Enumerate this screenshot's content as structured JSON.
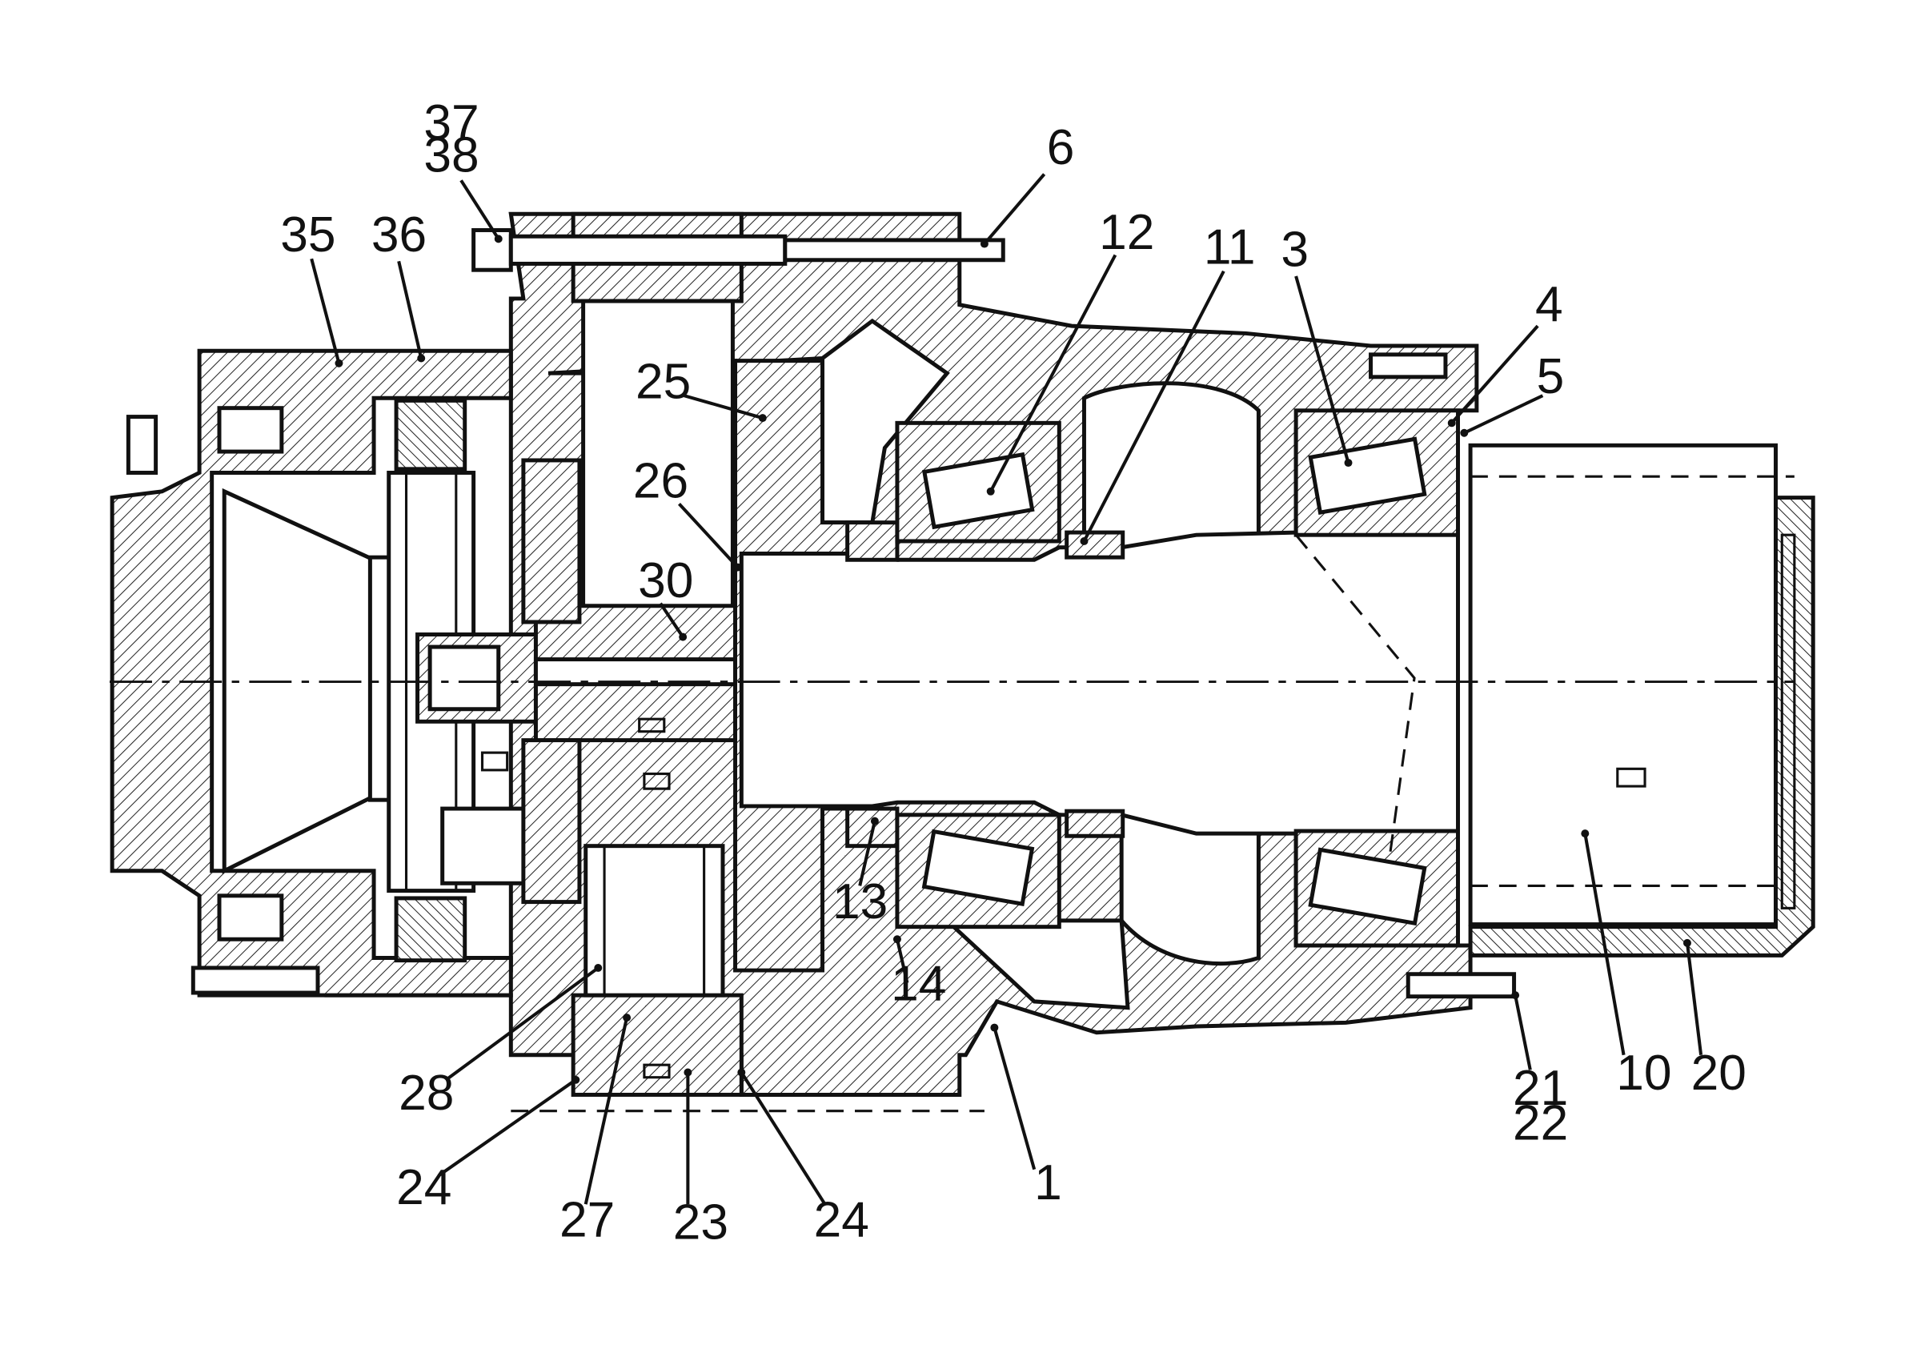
{
  "diagram": {
    "callouts": [
      {
        "id": "c37",
        "lines": [
          "37",
          "38"
        ]
      },
      {
        "id": "c6",
        "lines": [
          "6"
        ]
      },
      {
        "id": "c35",
        "lines": [
          "35"
        ]
      },
      {
        "id": "c36",
        "lines": [
          "36"
        ]
      },
      {
        "id": "c12",
        "lines": [
          "12"
        ]
      },
      {
        "id": "c11",
        "lines": [
          "11"
        ]
      },
      {
        "id": "c3",
        "lines": [
          "3"
        ]
      },
      {
        "id": "c4",
        "lines": [
          "4"
        ]
      },
      {
        "id": "c5",
        "lines": [
          "5"
        ]
      },
      {
        "id": "c25",
        "lines": [
          "25"
        ]
      },
      {
        "id": "c26",
        "lines": [
          "26"
        ]
      },
      {
        "id": "c30",
        "lines": [
          "30"
        ]
      },
      {
        "id": "c13",
        "lines": [
          "13"
        ]
      },
      {
        "id": "c14",
        "lines": [
          "14"
        ]
      },
      {
        "id": "c28",
        "lines": [
          "28"
        ]
      },
      {
        "id": "c24a",
        "lines": [
          "24"
        ]
      },
      {
        "id": "c27",
        "lines": [
          "27"
        ]
      },
      {
        "id": "c23",
        "lines": [
          "23"
        ]
      },
      {
        "id": "c24b",
        "lines": [
          "24"
        ]
      },
      {
        "id": "c1",
        "lines": [
          "1"
        ]
      },
      {
        "id": "c21",
        "lines": [
          "21",
          "22"
        ]
      },
      {
        "id": "c10",
        "lines": [
          "10"
        ]
      },
      {
        "id": "c20",
        "lines": [
          "20"
        ]
      }
    ]
  }
}
